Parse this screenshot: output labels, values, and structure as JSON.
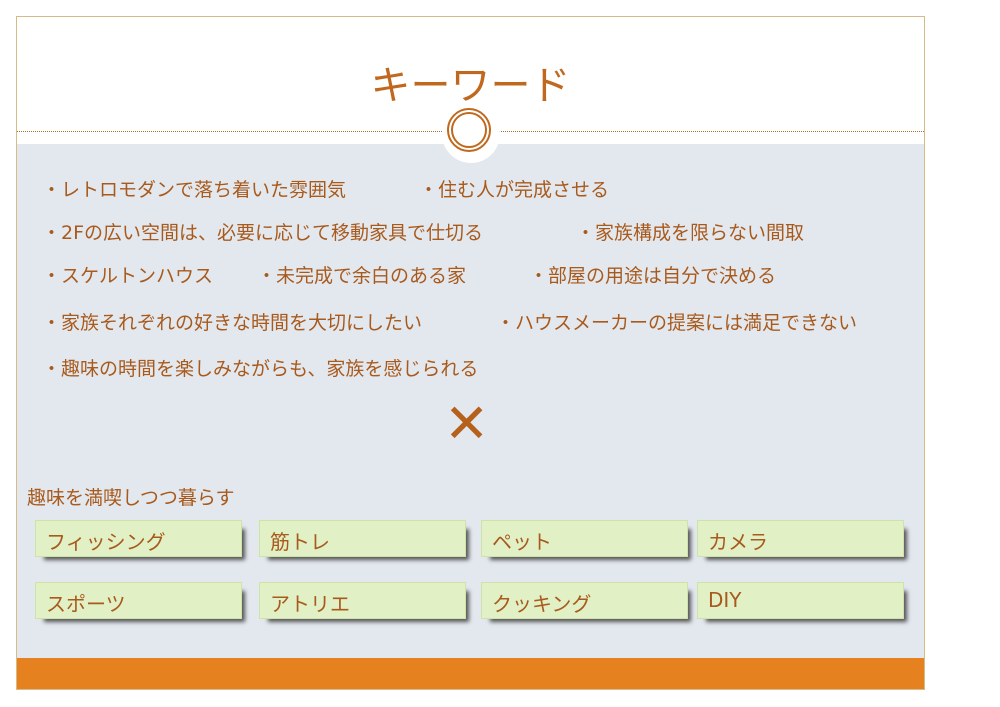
{
  "title": "キーワード",
  "keywords": [
    "・レトロモダンで落ち着いた雰囲気",
    "・住む人が完成させる",
    "・2Fの広い空間は、必要に応じて移動家具で仕切る",
    "・家族構成を限らない間取",
    "・スケルトンハウス",
    "・未完成で余白のある家",
    "・部屋の用途は自分で決める",
    "・家族それぞれの好きな時間を大切にしたい",
    "・ハウスメーカーの提案には満足できない",
    "・趣味の時間を楽しみながらも、家族を感じられる"
  ],
  "cross": "✕",
  "subtitle": "趣味を満喫しつつ暮らす",
  "tags": [
    "フィッシング",
    "筋トレ",
    "ペット",
    "カメラ",
    "スポーツ",
    "アトリエ",
    "クッキング",
    "DIY"
  ]
}
